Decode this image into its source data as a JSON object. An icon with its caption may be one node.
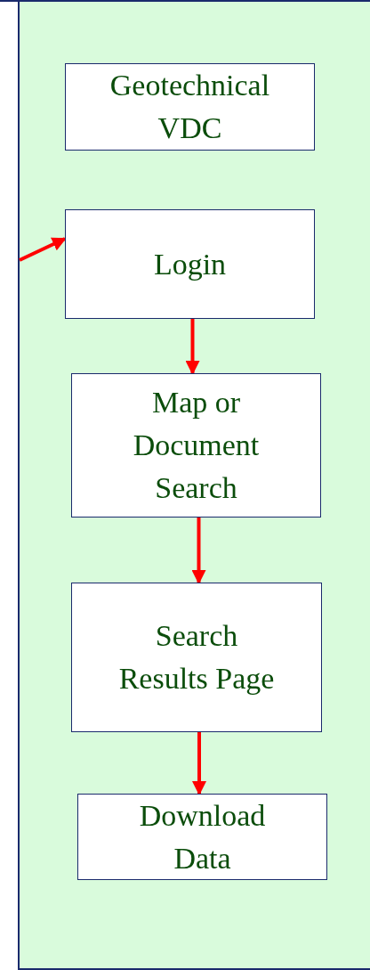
{
  "diagram": {
    "nodes": [
      {
        "text": [
          "Geotechnical VDC"
        ]
      },
      {
        "text": [
          "Login"
        ]
      },
      {
        "text": [
          "Map or Document Search"
        ]
      },
      {
        "text": [
          "Search Results Page"
        ]
      },
      {
        "text": [
          "Download Data"
        ]
      }
    ],
    "edges": [
      {
        "from": null,
        "to": 1,
        "arrow": "to"
      },
      {
        "from": 1,
        "to": 2,
        "arrow": "to"
      },
      {
        "from": 2,
        "to": 3,
        "arrow": "to"
      },
      {
        "from": 3,
        "to": 4,
        "arrow": "to"
      }
    ]
  }
}
